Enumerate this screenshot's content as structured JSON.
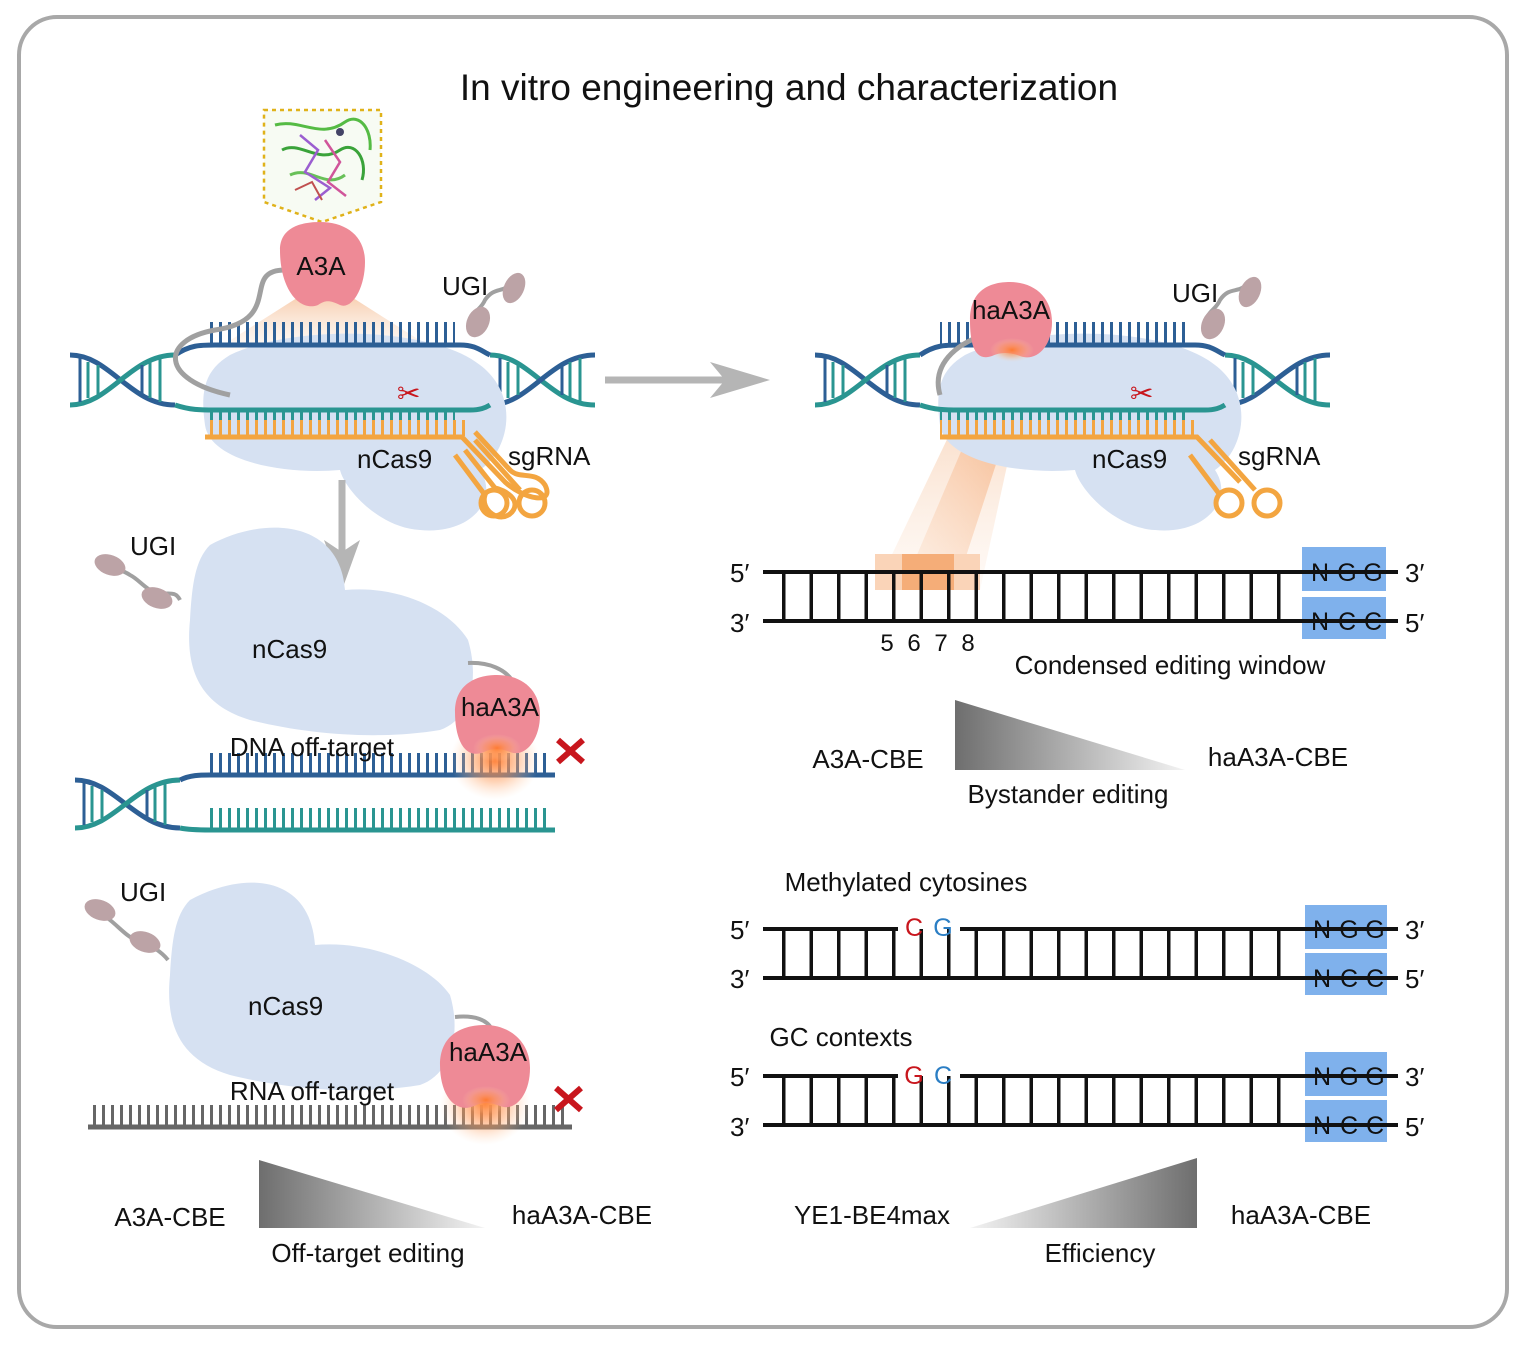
{
  "title": "In vitro engineering and characterization",
  "colors": {
    "dna_blue": "#2d5f95",
    "dna_teal": "#2a9591",
    "sgrna_orange": "#f3a540",
    "cas9_fill": "#d6e1f2",
    "a3a_pink": "#ee8a96",
    "ugi_mauve": "#bca3a6",
    "pam_box": "#7fb1ec",
    "red_mark": "#c8161d",
    "c_red": "#c8161d",
    "g_blue": "#2b7ec4"
  },
  "top_left": {
    "a3a": "A3A",
    "ugi": "UGI",
    "ncas9": "nCas9",
    "sgrna": "sgRNA",
    "structure_icon": "protein-structure-inset"
  },
  "top_right": {
    "haa3a": "haA3A",
    "ugi": "UGI",
    "ncas9": "nCas9",
    "sgrna": "sgRNA"
  },
  "dna_offtarget": {
    "ugi": "UGI",
    "ncas9": "nCas9",
    "haa3a": "haA3A",
    "label": "DNA off-target"
  },
  "rna_offtarget": {
    "ugi": "UGI",
    "ncas9": "nCas9",
    "haa3a": "haA3A",
    "label": "RNA off-target"
  },
  "offtarget_gradient": {
    "left": "A3A-CBE",
    "right": "haA3A-CBE",
    "caption": "Off-target  editing"
  },
  "window": {
    "five_prime": "5′",
    "three_prime": "3′",
    "top_end": "3′",
    "bottom_end": "5′",
    "pam_top": [
      "N",
      "G",
      "G"
    ],
    "pam_bottom": [
      "N",
      "C",
      "C"
    ],
    "positions": [
      "5",
      "6",
      "7",
      "8"
    ],
    "caption": "Condensed editing window"
  },
  "bystander_gradient": {
    "left": "A3A-CBE",
    "right": "haA3A-CBE",
    "caption": "Bystander editing"
  },
  "methylated": {
    "label": "Methylated cytosines",
    "five_prime": "5′",
    "three_prime": "3′",
    "top_end": "3′",
    "bottom_end": "5′",
    "base1": "C",
    "base2": "G",
    "pam_top": [
      "N",
      "G",
      "G"
    ],
    "pam_bottom": [
      "N",
      "C",
      "C"
    ]
  },
  "gc_context": {
    "label": "GC contexts",
    "five_prime": "5′",
    "three_prime": "3′",
    "top_end": "3′",
    "bottom_end": "5′",
    "base1": "G",
    "base2": "C",
    "pam_top": [
      "N",
      "G",
      "G"
    ],
    "pam_bottom": [
      "N",
      "C",
      "C"
    ]
  },
  "efficiency_gradient": {
    "left": "YE1-BE4max",
    "right": "haA3A-CBE",
    "caption": "Efficiency"
  }
}
